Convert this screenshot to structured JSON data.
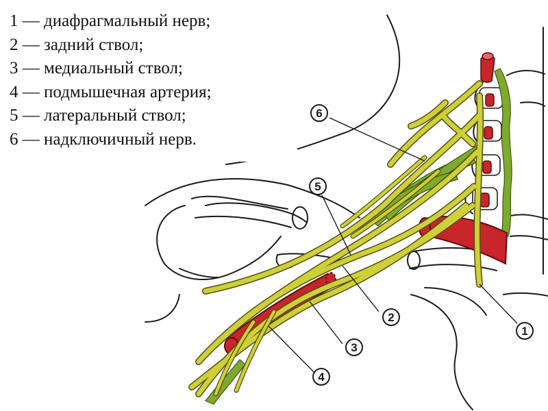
{
  "legend": {
    "items": [
      {
        "number": "1",
        "dash": "—",
        "text": "диафрагмальный нерв;"
      },
      {
        "number": "2",
        "dash": "—",
        "text": "задний ствол;"
      },
      {
        "number": "3",
        "dash": "—",
        "text": "медиальный ствол;"
      },
      {
        "number": "4",
        "dash": "—",
        "text": "подмышечная артерия;"
      },
      {
        "number": "5",
        "dash": "—",
        "text": "латеральный ствол;"
      },
      {
        "number": "6",
        "dash": "—",
        "text": "надключичный нерв."
      }
    ]
  },
  "callouts": [
    "1",
    "2",
    "3",
    "4",
    "5",
    "6"
  ],
  "colors": {
    "nerve": "#cfcf3a",
    "nerve_outline": "#4d4d10",
    "plexus_green": "#7faa2e",
    "artery": "#c8262a",
    "artery_outline": "#5a0b0b",
    "line_art": "#1a1a1a",
    "background": "#ffffff"
  }
}
